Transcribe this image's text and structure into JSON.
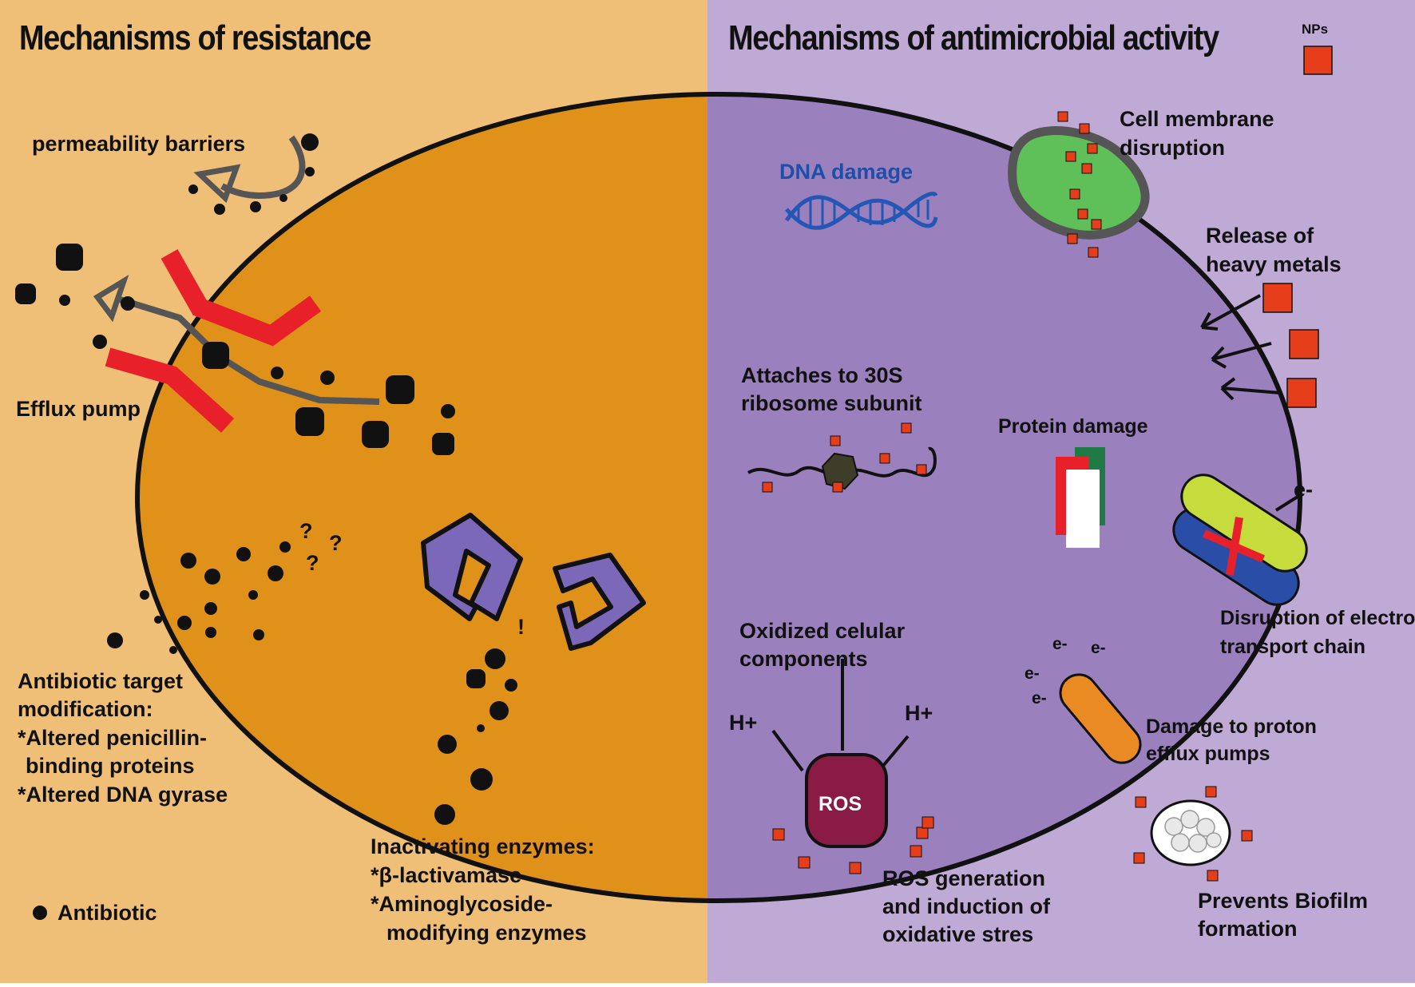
{
  "left_panel": {
    "title": "Mechanisms of resistance",
    "labels": {
      "permeability": "permeability barriers",
      "efflux": "Efflux pump",
      "target_line1": "Antibiotic target",
      "target_line2": "modification:",
      "target_line3": "*Altered penicillin-",
      "target_line4": "binding proteins",
      "target_line5": "*Altered DNA gyrase",
      "enzymes_line1": "Inactivating enzymes:",
      "enzymes_line2": "*β-lactivamase",
      "enzymes_line3": "*Aminoglycoside-",
      "enzymes_line4": "modifying enzymes",
      "legend_antibiotic": "Antibiotic",
      "question": "?",
      "exclaim": "!"
    }
  },
  "right_panel": {
    "title": "Mechanisms of antimicrobial activity",
    "legend_nps": "NPs",
    "labels": {
      "membrane_line1": "Cell membrane",
      "membrane_line2": "disruption",
      "dna": "DNA damage",
      "heavy_line1": "Release of",
      "heavy_line2": "heavy metals",
      "ribosome_line1": "Attaches to 30S",
      "ribosome_line2": "ribosome subunit",
      "protein": "Protein damage",
      "electron_line1": "Disruption of electron",
      "electron_line2": "transport chain",
      "e_minus": "e-",
      "oxidized_line1": "Oxidized celular",
      "oxidized_line2": "components",
      "h_plus": "H+",
      "ros": "ROS",
      "proton_line1": "Damage to proton",
      "proton_line2": "efflux pumps",
      "ros_gen_line1": "ROS generation",
      "ros_gen_line2": "and induction of",
      "ros_gen_line3": "oxidative stres",
      "biofilm_line1": "Prevents Biofilm",
      "biofilm_line2": "formation"
    }
  },
  "colors": {
    "left_bg": "#efbf78",
    "left_cell": "#df9119",
    "right_bg": "#bfaad5",
    "right_cell": "#9a80bd",
    "np_red": "#e63d1b",
    "pump_red": "#e8202a",
    "enzyme_purple": "#7c68b8",
    "ros_maroon": "#8a1b44",
    "membrane_green": "#5fbf58",
    "dna_blue": "#2456b5",
    "etc_yellow": "#c6db3c",
    "etc_blue": "#2a4ea8",
    "proton_orange": "#ea8a22"
  }
}
